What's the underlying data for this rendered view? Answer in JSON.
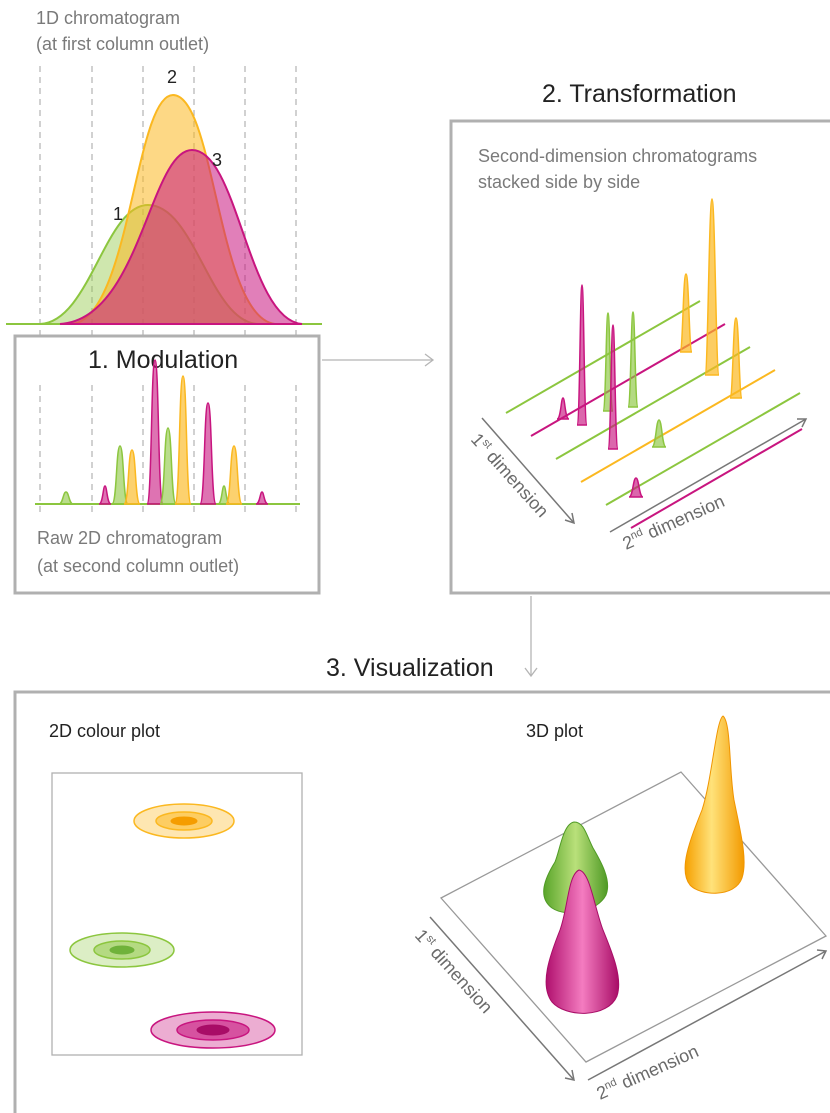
{
  "colors": {
    "green": "#8cc63f",
    "yellow": "#fbb820",
    "magenta": "#c8157f",
    "frame": "#b0b0b0",
    "arrow": "#b5b5b5"
  },
  "chromatogram_1d": {
    "title_line1": "1D chromatogram",
    "title_line2": "(at first column outlet)",
    "peak_labels": [
      "1",
      "2",
      "3"
    ]
  },
  "modulation": {
    "title": "1. Modulation",
    "caption_line1": "Raw 2D chromatogram",
    "caption_line2": "(at second column outlet)"
  },
  "transformation": {
    "title": "2. Transformation",
    "caption_line1": "Second-dimension chromatograms",
    "caption_line2": "stacked side by side",
    "axis_1": {
      "pre": "1",
      "sup": "st",
      "post": " dimension"
    },
    "axis_2": {
      "pre": "2",
      "sup": "nd",
      "post": " dimension"
    }
  },
  "visualization": {
    "title": "3. Visualization",
    "plot_2d_label": "2D colour plot",
    "plot_3d_label": "3D plot",
    "axis_1": {
      "pre": "1",
      "sup": "st",
      "post": " dimension"
    },
    "axis_2": {
      "pre": "2",
      "sup": "nd",
      "post": " dimension"
    }
  }
}
